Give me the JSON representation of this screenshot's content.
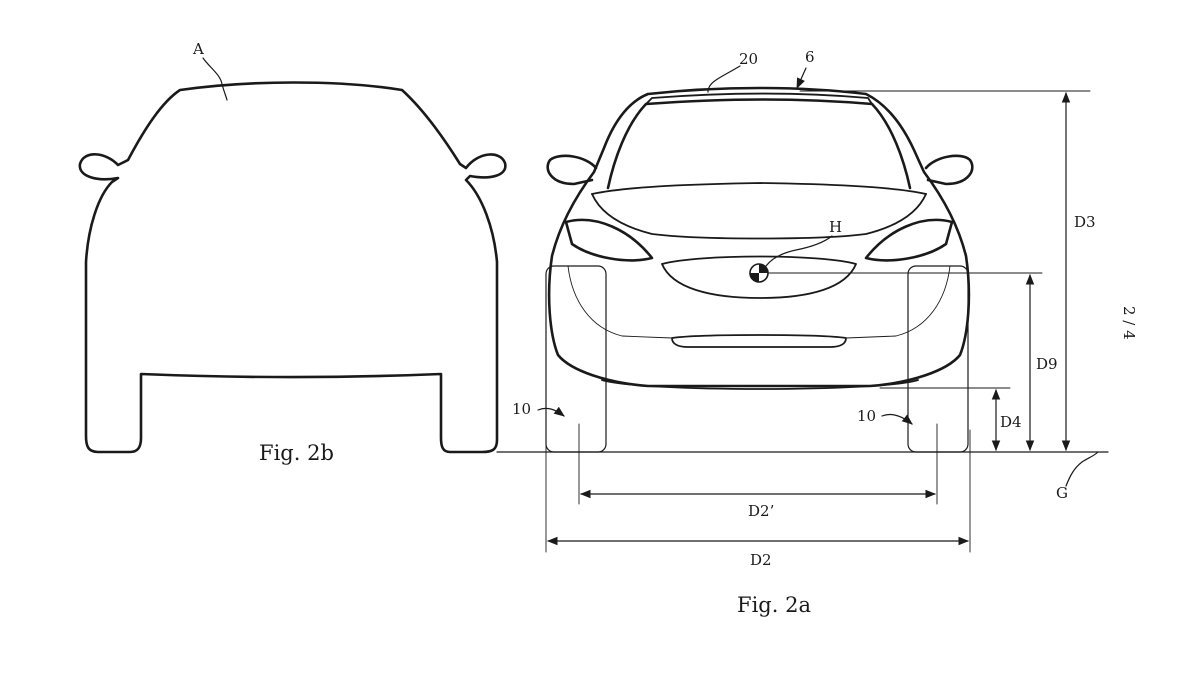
{
  "figures": {
    "fig_2a": "Fig. 2a",
    "fig_2b": "Fig. 2b"
  },
  "labels": {
    "A": "A",
    "ref_20": "20",
    "ref_6": "6",
    "H": "H",
    "D3": "D3",
    "D9": "D9",
    "D4": "D4",
    "wheel_left": "10",
    "wheel_right": "10",
    "G": "G",
    "D2_prime": "D2’",
    "D2": "D2",
    "sheet": "2 / 4"
  },
  "colors": {
    "ink": "#1a1a1a",
    "paper": "#ffffff"
  }
}
